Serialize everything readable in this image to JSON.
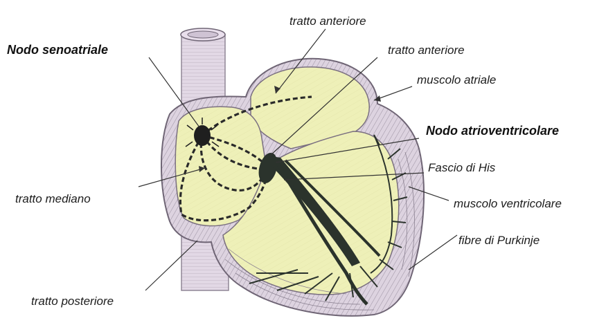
{
  "labels": {
    "nodo_senoatriale": "Nodo senoatriale",
    "tratto_anteriore_1": "tratto anteriore",
    "tratto_anteriore_2": "tratto anteriore",
    "muscolo_atriale": "muscolo atriale",
    "nodo_atrioventricolare": "Nodo atrioventricolare",
    "fascio_di_his": "Fascio di His",
    "muscolo_ventricolare": "muscolo ventricolare",
    "fibre_di_purkinje": "fibre di Purkinje",
    "tratto_mediano": "tratto mediano",
    "tratto_posteriore": "tratto posteriore"
  },
  "colors": {
    "chamber_fill": "#eef0b8",
    "wall_fill": "#d9cfdc",
    "wall_stroke": "#7a6f80",
    "vessel_fill": "#ddd2e0",
    "conduction": "#2b332c"
  }
}
